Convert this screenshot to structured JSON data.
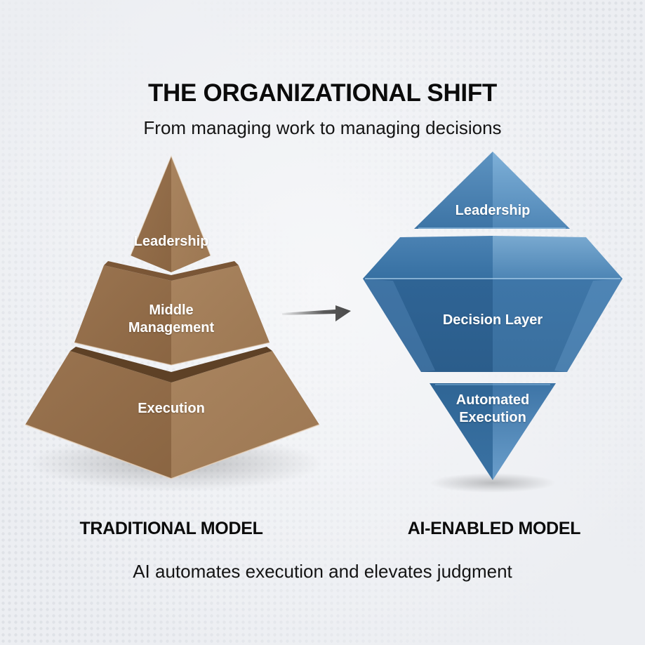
{
  "header": {
    "title": "THE ORGANIZATIONAL SHIFT",
    "subtitle": "From managing work to managing decisions"
  },
  "traditional": {
    "label": "TRADITIONAL MODEL",
    "color": "#a07a55",
    "tiers": [
      {
        "label": "Leadership"
      },
      {
        "label": "Middle\nManagement"
      },
      {
        "label": "Execution"
      }
    ]
  },
  "ai_enabled": {
    "label": "AI-ENABLED MODEL",
    "color": "#3a6f9c",
    "tiers": [
      {
        "label": "Leadership"
      },
      {
        "label": "Decision Layer"
      },
      {
        "label": "Automated\nExecution"
      }
    ]
  },
  "arrow": {
    "icon": "arrow-right-icon",
    "color": "#555555"
  },
  "footer": {
    "caption": "AI automates execution and elevates judgment"
  }
}
